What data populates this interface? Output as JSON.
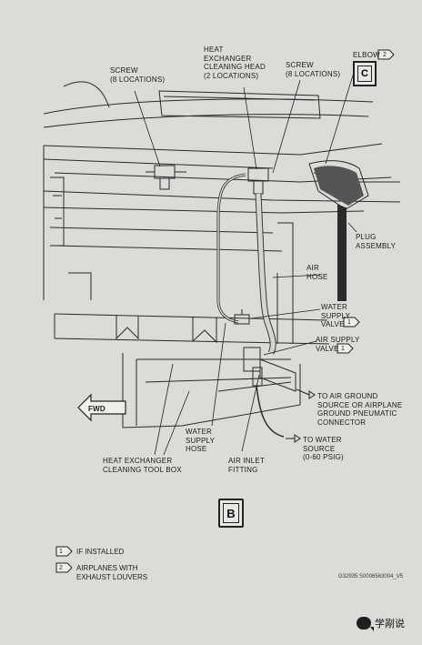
{
  "labels": {
    "screw_left": [
      "SCREW",
      "(8 LOCATIONS)"
    ],
    "heat_exchanger_head": [
      "HEAT",
      "EXCHANGER",
      "CLEANING HEAD",
      "(2 LOCATIONS)"
    ],
    "screw_right": [
      "SCREW",
      "(8 LOCATIONS)"
    ],
    "elbow": "ELBOW",
    "elbow_note": "2",
    "view_c": "C",
    "plug_assembly": [
      "PLUG",
      "ASSEMBLY"
    ],
    "air_hose": [
      "AIR",
      "HOSE"
    ],
    "water_supply_valve": [
      "WATER",
      "SUPPLY",
      "VALVE"
    ],
    "water_supply_valve_note": "1",
    "air_supply_valve": [
      "AIR SUPPLY",
      "VALVE"
    ],
    "air_supply_valve_note": "1",
    "fwd": "FWD",
    "to_air_ground": [
      "TO AIR GROUND",
      "SOURCE OR AIRPLANE",
      "GROUND PNEUMATIC",
      "CONNECTOR"
    ],
    "to_water_source": [
      "TO WATER",
      "SOURCE",
      "(0-60 PSIG)"
    ],
    "water_supply_hose": [
      "WATER",
      "SUPPLY",
      "HOSE"
    ],
    "air_inlet_fitting": [
      "AIR INLET",
      "FITTING"
    ],
    "tool_box": [
      "HEAT EXCHANGER",
      "CLEANING TOOL BOX"
    ],
    "view_b": "B"
  },
  "notes": [
    {
      "num": "1",
      "text": [
        "IF INSTALLED"
      ]
    },
    {
      "num": "2",
      "text": [
        "AIRPLANES WITH",
        "EXHAUST LOUVERS"
      ]
    }
  ],
  "doc_number": "G32935 S0006563004_V5",
  "watermark": "学剐说"
}
